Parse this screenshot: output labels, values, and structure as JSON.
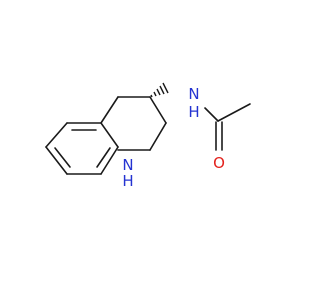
{
  "molecule": {
    "atoms": {
      "nh_amide": {
        "symbol": "N",
        "h": "H",
        "color": "#2433d1"
      },
      "o_carbonyl": {
        "symbol": "O",
        "color": "#e3211c"
      },
      "n_ring": {
        "symbol": "N",
        "h": "H",
        "color": "#2433d1"
      }
    },
    "bond_color": "#1a1a1a"
  }
}
